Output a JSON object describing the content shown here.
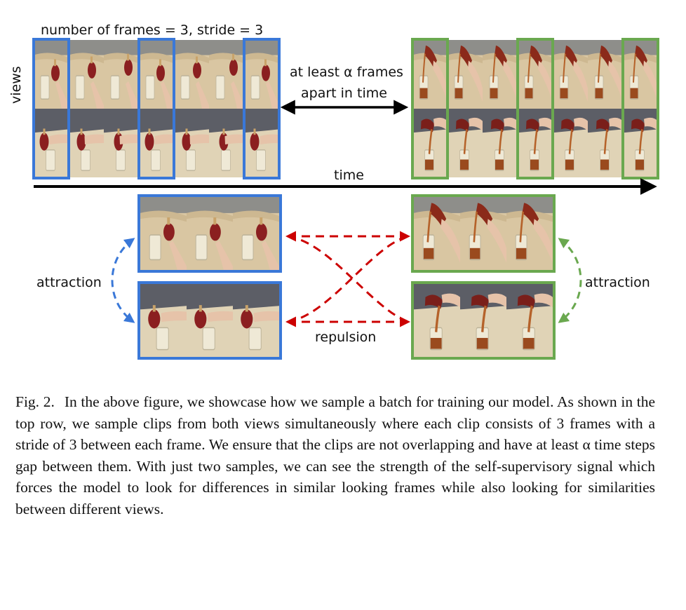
{
  "figure": {
    "top_label": "number of frames = 3, stride = 3",
    "views_label": "views",
    "gap_label_line1": "at least α frames",
    "gap_label_line2": "apart in time",
    "time_label": "time",
    "attraction_left": "attraction",
    "attraction_right": "attraction",
    "repulsion_label": "repulsion",
    "colors": {
      "blue": "#3a78d8",
      "green": "#6aa84f",
      "red": "#cc0000",
      "black": "#000000"
    }
  },
  "caption": {
    "fig_label": "Fig. 2.",
    "text": "In the above figure, we showcase how we sample a batch for training our model. As shown in the top row, we sample clips from both views simultaneously where each clip consists of 3 frames with a stride of 3 between each frame. We ensure that the clips are not overlapping and have at least α time steps gap between them. With just two samples, we can see the strength of the self-supervisory signal which forces the model to look for differences in similar looking frames while also looking for similarities between different views."
  }
}
